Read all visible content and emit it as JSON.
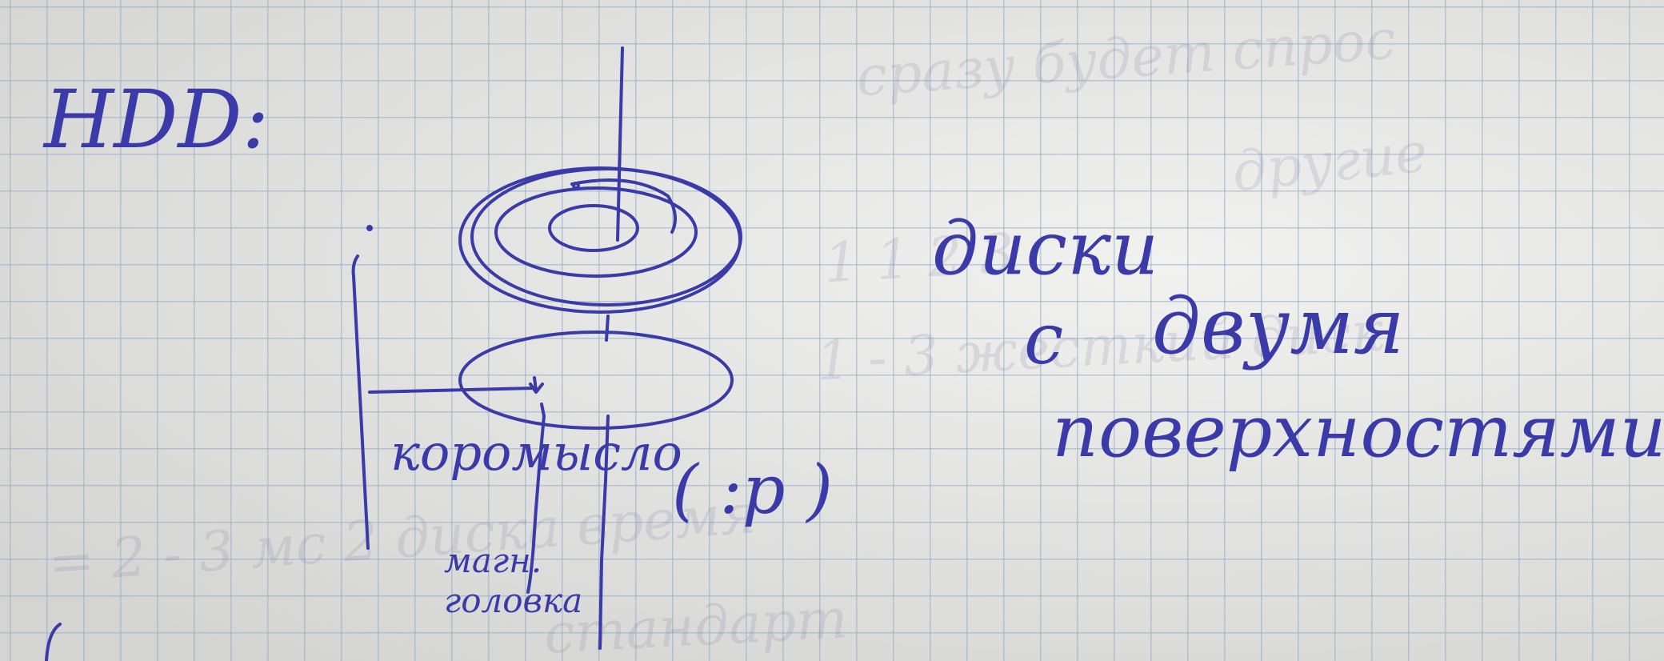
{
  "colors": {
    "ink": "#3a3aa8",
    "paper": "#e6e6e4",
    "grid": "#8caac8"
  },
  "note": {
    "title": "HDD:",
    "label_disks": "диски",
    "label_with": "с",
    "label_two": "двумя",
    "label_surfaces": "поверхностями",
    "label_rocker": "коромысло",
    "label_smile": "( :p )",
    "label_magn": "магн.",
    "label_head": "головка"
  },
  "bleed_through": {
    "lines": [
      "сразу будет спрос",
      "другие",
      "1 1 2 3",
      "1 - 3 жесткий диск",
      "= 2 - 3 мс  2 диска время",
      "стандарт"
    ]
  }
}
